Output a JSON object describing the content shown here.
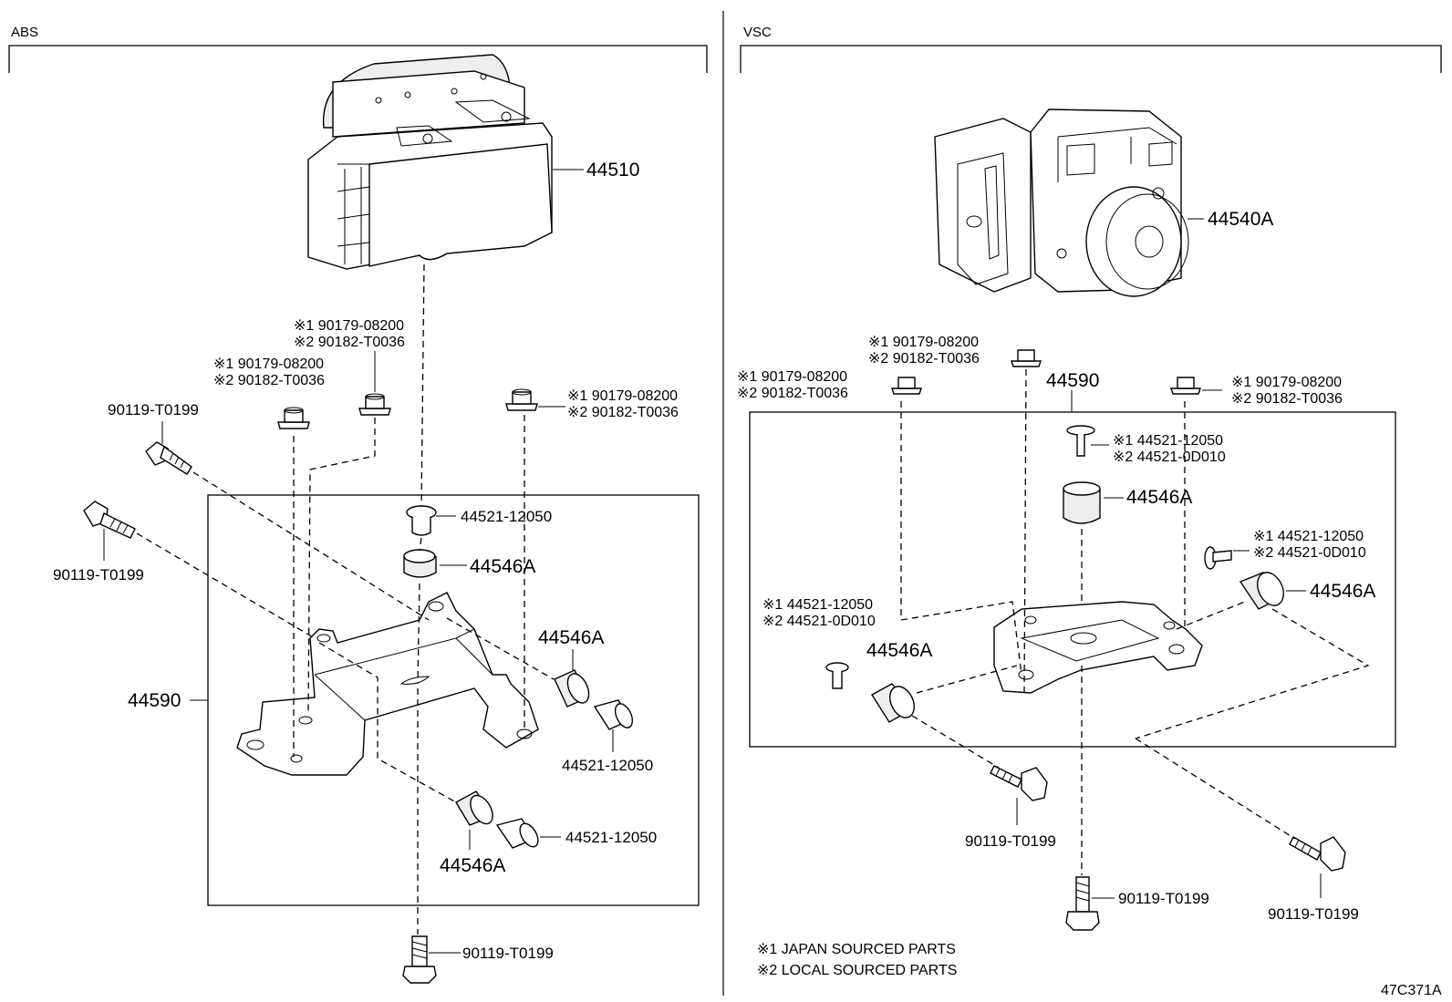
{
  "sections": {
    "abs": {
      "header": "ABS"
    },
    "vsc": {
      "header": "VSC"
    }
  },
  "abs": {
    "actuator": "44510",
    "bracket": "44590",
    "nut_a": {
      "l1": "※1 90179-08200",
      "l2": "※2 90182-T0036"
    },
    "nut_b": {
      "l1": "※1 90179-08200",
      "l2": "※2 90182-T0036"
    },
    "nut_c": {
      "l1": "※1 90179-08200",
      "l2": "※2 90182-T0036"
    },
    "bolt_top": "90119-T0199",
    "bolt_left": "90119-T0199",
    "collar_top": "44521-12050",
    "cushion_top": "44546A",
    "cushion_right": "44546A",
    "collar_right": "44521-12050",
    "cushion_bottom": "44546A",
    "collar_bottom": "44521-12050",
    "bolt_bottom": "90119-T0199"
  },
  "vsc": {
    "actuator": "44540A",
    "bracket": "44590",
    "nut_a": {
      "l1": "※1 90179-08200",
      "l2": "※2 90182-T0036"
    },
    "nut_b": {
      "l1": "※1 90179-08200",
      "l2": "※2 90182-T0036"
    },
    "nut_c": {
      "l1": "※1 90179-08200",
      "l2": "※2 90182-T0036"
    },
    "collar_top": {
      "l1": "※1 44521-12050",
      "l2": "※2 44521-0D010"
    },
    "cushion_top": "44546A",
    "collar_right": {
      "l1": "※1 44521-12050",
      "l2": "※2 44521-0D010"
    },
    "cushion_right": "44546A",
    "collar_left": {
      "l1": "※1 44521-12050",
      "l2": "※2 44521-0D010"
    },
    "cushion_left": "44546A",
    "bolt_mid": "90119-T0199",
    "bolt_center": "90119-T0199",
    "bolt_right": "90119-T0199"
  },
  "notes": {
    "n1": "※1 JAPAN SOURCED PARTS",
    "n2": "※2 LOCAL SOURCED PARTS"
  },
  "figure_id": "47C371A"
}
